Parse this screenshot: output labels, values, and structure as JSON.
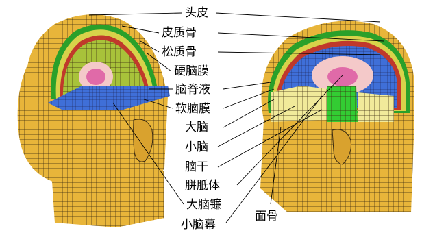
{
  "labels": {
    "scalp": "头皮",
    "cortical_bone": "皮质骨",
    "cancellous_bone": "松质骨",
    "dura_mater": "硬脑膜",
    "csf": "脑脊液",
    "pia_mater": "软脑膜",
    "cerebrum": "大脑",
    "cerebellum": "小脑",
    "brainstem": "脑干",
    "corpus_callosum": "胼胝体",
    "falx_cerebri": "大脑镰",
    "tentorium": "小脑幕",
    "facial_bone": "面骨"
  },
  "colors": {
    "scalp": "#e8b53a",
    "mesh": "#3a2a10",
    "cortical_bone": "#2aa02a",
    "cancellous_bone": "#d8d24a",
    "dura": "#c0392b",
    "brain_blue": "#3f6fd8",
    "brain_green": "#a8c23a",
    "ventricle_pink": "#e06aa8",
    "ventricle_light": "#f4c9c9",
    "brainstem_green": "#33cc33",
    "cerebellum_yellow": "#f1ea9a"
  }
}
